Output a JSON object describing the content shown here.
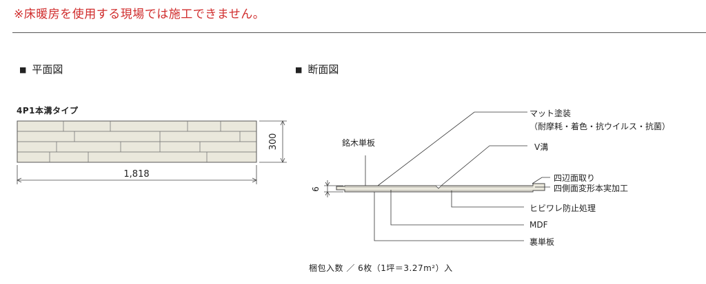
{
  "warning": "※床暖房を使用する現場では施工できません。",
  "plan_view": {
    "bullet": "■",
    "title": "平面図",
    "board_type": "4P1本溝タイプ",
    "width_dim": "1,818",
    "height_dim": "300"
  },
  "section_view": {
    "bullet": "■",
    "title": "断面図",
    "thickness_dim": "6",
    "labels": {
      "veneer": "銘木単板",
      "matte_coat": "マット塗装",
      "matte_coat_detail": "（耐摩耗・着色・抗ウイルス・抗菌）",
      "v_groove": "V溝",
      "four_edge_chamfer": "四辺面取り",
      "tongue_groove": "四側面変形本実加工",
      "crack_prevention": "ヒビワレ防止処理",
      "mdf": "MDF",
      "back_veneer": "裏単板"
    }
  },
  "footer": "梱包入数 ／ 6枚（1坪＝3.27m²）入"
}
